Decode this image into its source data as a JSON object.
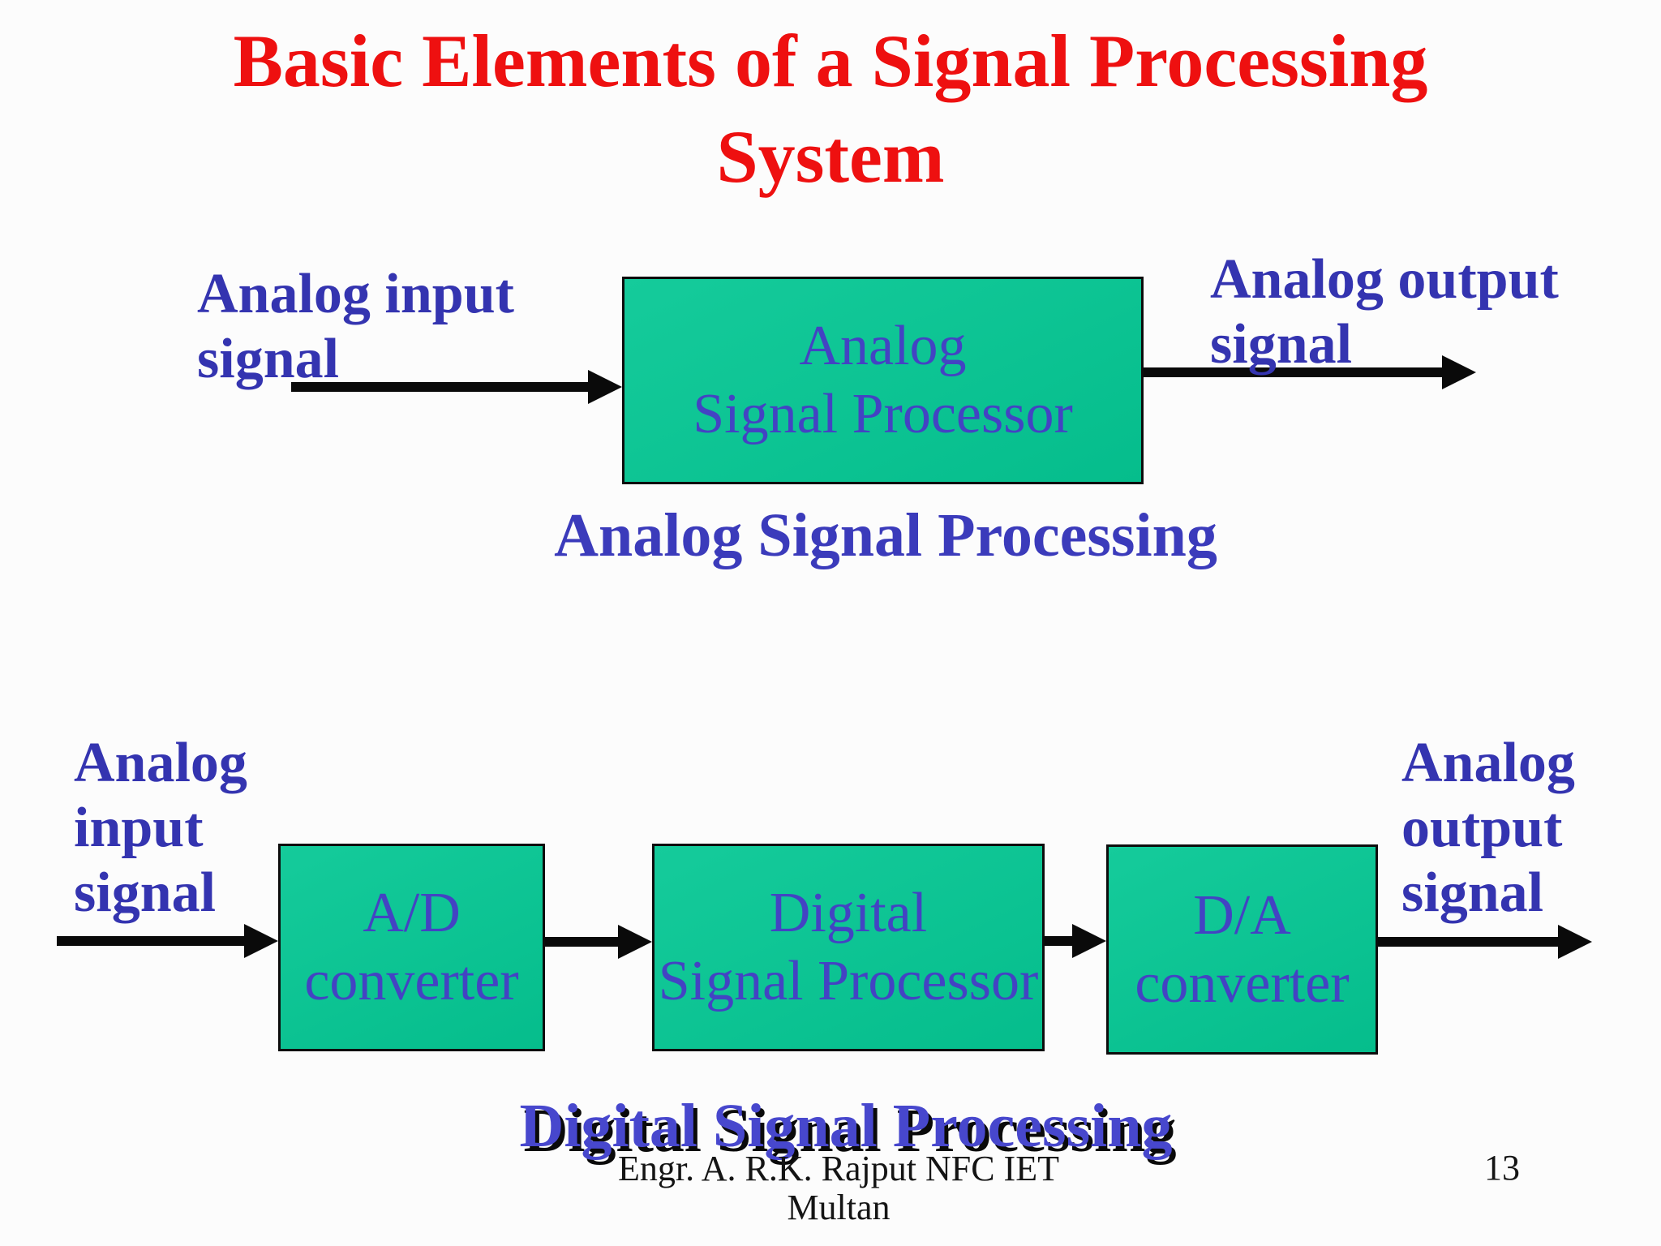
{
  "slide": {
    "title_lines": [
      "Basic Elements of a Signal Processing",
      "System"
    ],
    "colors": {
      "background": "#fcfcfc",
      "title_red": "#ee1010",
      "label_blue": "#3434b0",
      "box_text_blue": "#4343c3",
      "caption_blue": "#3b3bbb",
      "caption2_blue": "#4747cd",
      "box_green_light": "#15cb9b",
      "box_green": "#05bd8c",
      "box_border": "#0d0d0d",
      "arrow_black": "#0a0a0a",
      "footer_black": "#141414"
    },
    "analog_section": {
      "input_label_lines": [
        "Analog input",
        "signal"
      ],
      "processor_box_lines": [
        "Analog",
        "Signal Processor"
      ],
      "output_label_lines": [
        "Analog output",
        "signal"
      ],
      "caption": "Analog Signal Processing"
    },
    "digital_section": {
      "input_label_lines": [
        "Analog",
        "input",
        "signal"
      ],
      "adc_box_lines": [
        "A/D",
        "converter"
      ],
      "dsp_box_lines": [
        "Digital",
        "Signal Processor"
      ],
      "dac_box_lines": [
        "D/A",
        "converter"
      ],
      "output_label_lines": [
        "Analog",
        "output",
        "signal"
      ],
      "caption": "Digital Signal Processing"
    },
    "footer_lines": [
      "Engr. A. R.K. Rajput NFC IET",
      "Multan"
    ],
    "page_number": "13"
  }
}
